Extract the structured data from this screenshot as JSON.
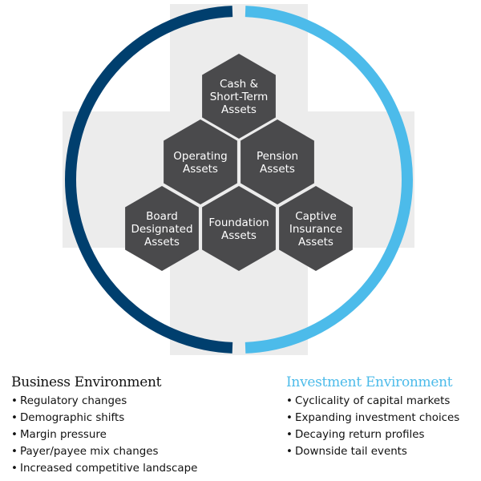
{
  "colors": {
    "cross": "#ececec",
    "ring_left": "#003f6e",
    "ring_right": "#4cbbea",
    "hex_fill": "#4a4a4c",
    "hex_text": "#ffffff",
    "business_title": "#111111",
    "investment_title": "#4cbbea"
  },
  "hexagons": [
    {
      "id": "cash",
      "lines": [
        "Cash &",
        "Short-Term",
        "Assets"
      ]
    },
    {
      "id": "operating",
      "lines": [
        "Operating",
        "Assets"
      ]
    },
    {
      "id": "pension",
      "lines": [
        "Pension",
        "Assets"
      ]
    },
    {
      "id": "board",
      "lines": [
        "Board",
        "Designated",
        "Assets"
      ]
    },
    {
      "id": "foundation",
      "lines": [
        "Foundation",
        "Assets"
      ]
    },
    {
      "id": "captive",
      "lines": [
        "Captive",
        "Insurance",
        "Assets"
      ]
    }
  ],
  "business": {
    "title": "Business Environment",
    "bullet": "•",
    "items": [
      "Regulatory changes",
      "Demographic shifts",
      "Margin pressure",
      "Payer/payee mix changes",
      "Increased competitive landscape"
    ]
  },
  "investment": {
    "title": "Investment Environment",
    "bullet": "•",
    "items": [
      "Cyclicality of capital markets",
      "Expanding investment choices",
      "Decaying return profiles",
      "Downside tail events"
    ]
  }
}
